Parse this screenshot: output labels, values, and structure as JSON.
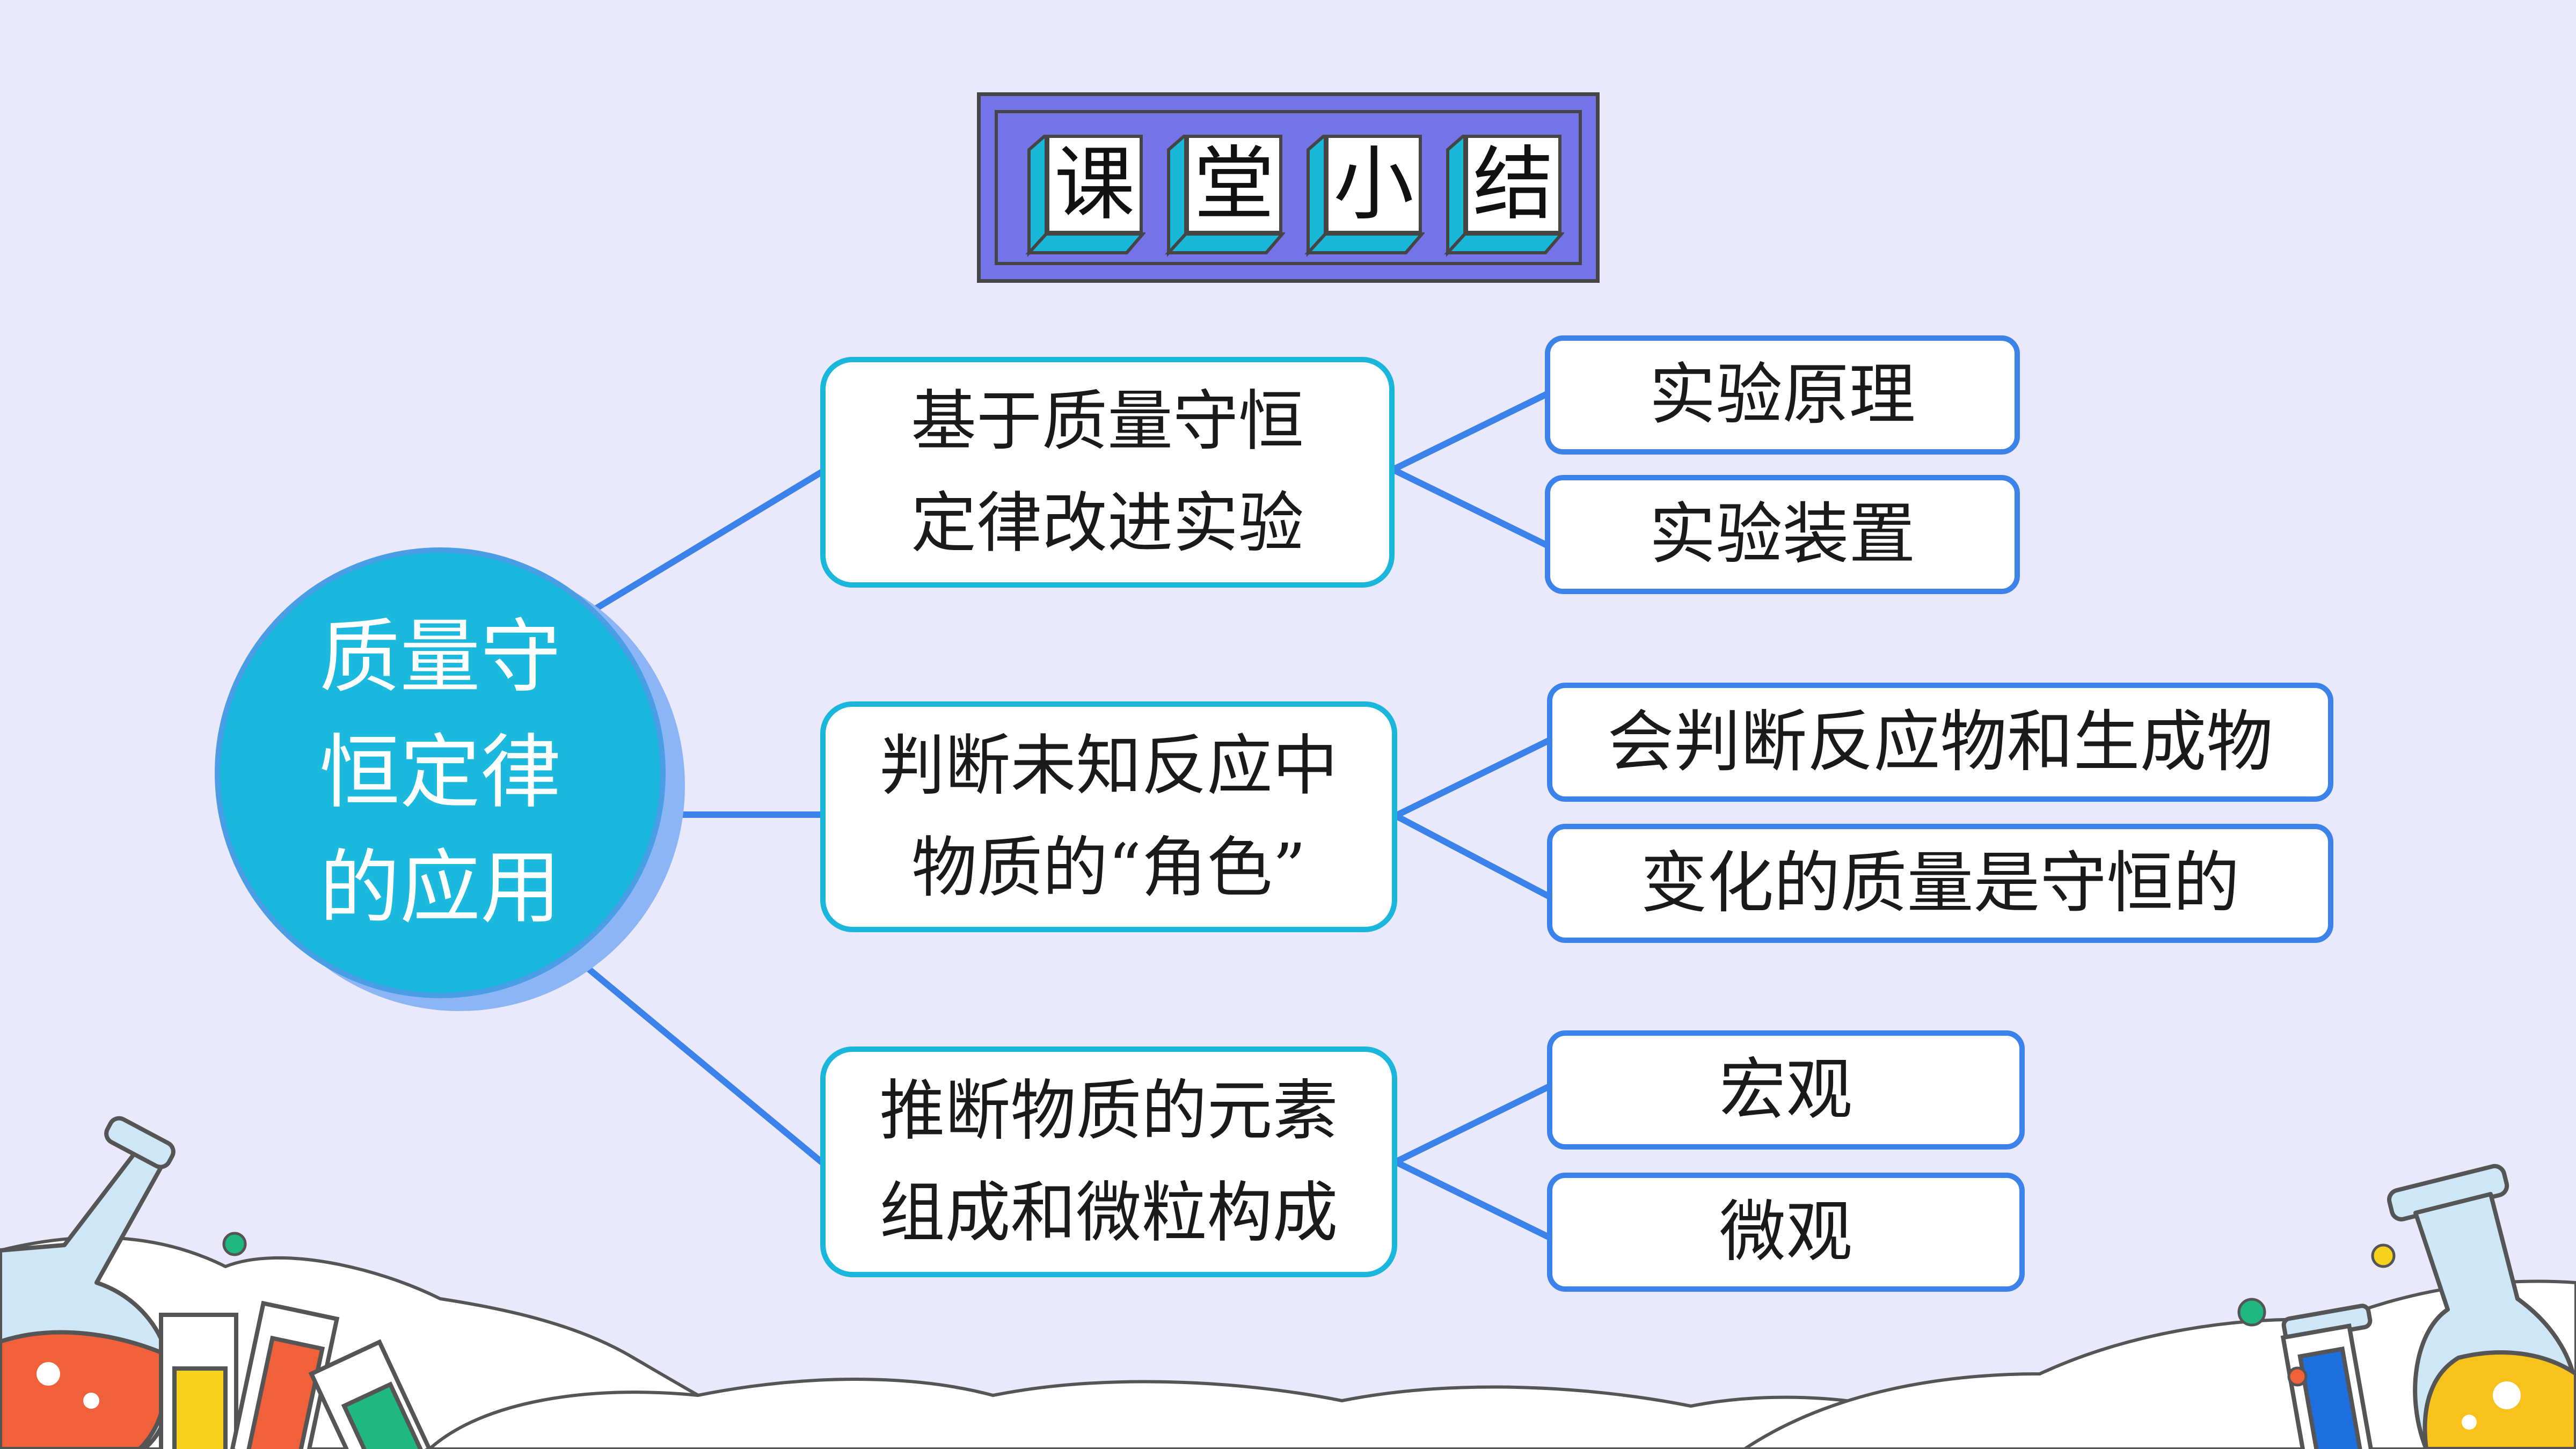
{
  "title": {
    "chars": [
      "课",
      "堂",
      "小",
      "结"
    ]
  },
  "center": {
    "lines": [
      "质量守",
      "恒定律",
      "的应用"
    ]
  },
  "branches": [
    {
      "lines": [
        "基于质量守恒",
        "定律改进实验"
      ],
      "leaves": [
        "实验原理",
        "实验装置"
      ]
    },
    {
      "lines": [
        "判断未知反应中",
        "物质的“角色”"
      ],
      "leaves": [
        "会判断反应物和生成物",
        "变化的质量是守恒的"
      ]
    },
    {
      "lines": [
        "推断物质的元素",
        "组成和微粒构成"
      ],
      "leaves": [
        "宏观",
        "微观"
      ]
    }
  ],
  "colors": {
    "background": "#e9e9fb",
    "banner": "#7474e8",
    "center_circle": "#1cb9df",
    "mid_border": "#1ab6dc",
    "leaf_border": "#3b82ea",
    "connector": "#3b82ea"
  }
}
